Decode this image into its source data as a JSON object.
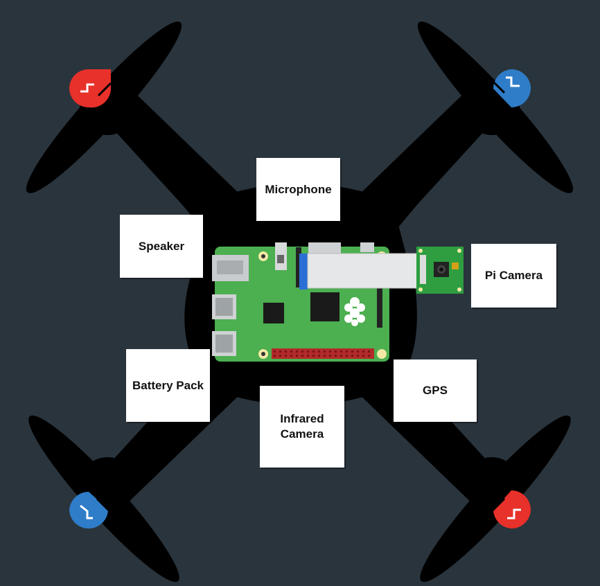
{
  "labels": {
    "microphone": "Microphone",
    "speaker": "Speaker",
    "pi_camera": "Pi Camera",
    "battery_pack": "Battery Pack",
    "infrared_camera": "Infrared\nCamera",
    "gps": "GPS"
  },
  "colors": {
    "background": "#2a343c",
    "drone_body": "#000000",
    "motor_red": "#e8312a",
    "motor_blue": "#2f7dc8",
    "board_green": "#4caf50",
    "camera_green": "#2e9e40"
  },
  "icons": {
    "motors": [
      "motor-front-left-red",
      "motor-front-right-blue",
      "motor-rear-left-blue",
      "motor-rear-right-red"
    ],
    "board": "raspberry-pi-board",
    "camera": "pi-camera-module"
  }
}
